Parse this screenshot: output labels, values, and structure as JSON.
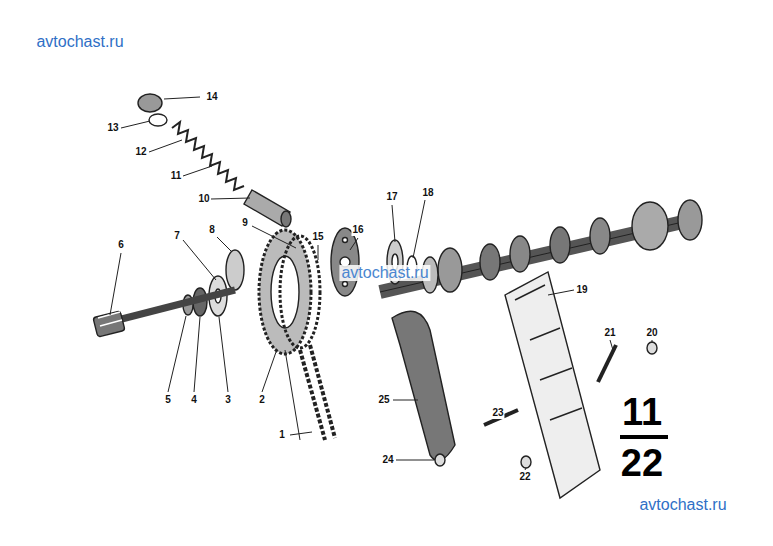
{
  "diagram": {
    "labels": [
      "avtochast.ru",
      "14",
      "13",
      "12",
      "11",
      "10",
      "9",
      "15",
      "16",
      "17",
      "18",
      "7",
      "8",
      "6",
      "avtochast.ru",
      "19",
      "21",
      "20",
      "5",
      "4",
      "3",
      "2",
      "25",
      "23",
      "11",
      "1",
      "24",
      "22",
      "22",
      "avtochast.ru"
    ]
  }
}
